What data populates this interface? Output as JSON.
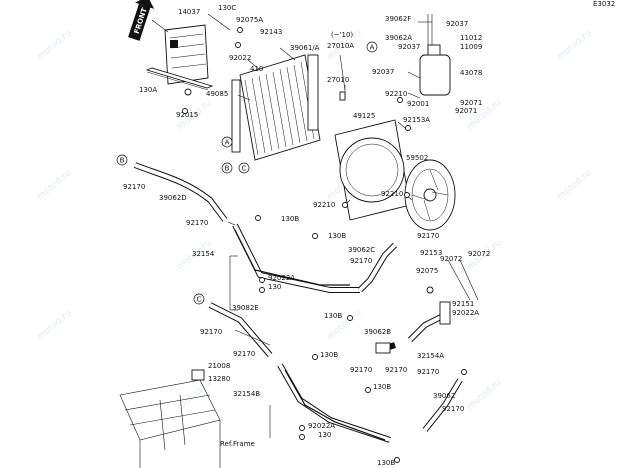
{
  "code": "E3032",
  "front_label": "FRONT",
  "ref_frame": "Ref.Frame",
  "watermark": "motod.ru",
  "note_qty": "(~'10)",
  "callouts": [
    "A",
    "B",
    "C"
  ],
  "parts": {
    "p14037": "14037",
    "p130c": "130C",
    "p92075a": "92075A",
    "p92143": "92143",
    "p39061a": "39061/A",
    "p92022": "92022",
    "p410": "410",
    "p27010a": "27010A",
    "p27010": "27010",
    "p39062f": "39062F",
    "p92037a": "92037",
    "p92037b": "92037",
    "p92037c": "92037",
    "p39062a": "39062A",
    "p11012": "11012",
    "p11009": "11009",
    "p43078": "43078",
    "p130a": "130A",
    "p92015": "92015",
    "p49085": "49085",
    "p92210a": "92210",
    "p92001": "92001",
    "p92071a": "92071",
    "p92071b": "92071",
    "p49125": "49125",
    "p92153a": "92153A",
    "p59502": "59502",
    "p92170a": "92170",
    "p39062d": "39062D",
    "p92210b": "92210",
    "p92210c": "92210",
    "p92170b": "92170",
    "p130ba": "130B",
    "p130bb": "130B",
    "p39062c": "39062C",
    "p92170c": "92170",
    "p92170d": "92170",
    "p92153": "92153",
    "p32154": "32154",
    "p92072a": "92072",
    "p92072b": "92072",
    "p92075": "92075",
    "p92022a": "92022A",
    "p130": "130",
    "p130bc": "130B",
    "p92151": "92151",
    "p92022ab": "92022A",
    "p39082e": "39082E",
    "p92170e": "92170",
    "p39062b": "39062B",
    "p32154a": "32154A",
    "p92170f": "92170",
    "p130bd": "130B",
    "p92170g": "92170",
    "p92170h": "92170",
    "p92170i": "92170",
    "p21008": "21008",
    "p13280": "13280",
    "p130be": "130B",
    "p32154b": "32154B",
    "p39062": "39062",
    "p92170j": "92170",
    "p92022ac": "92022A",
    "p130b": "130",
    "p130bf": "130B"
  }
}
